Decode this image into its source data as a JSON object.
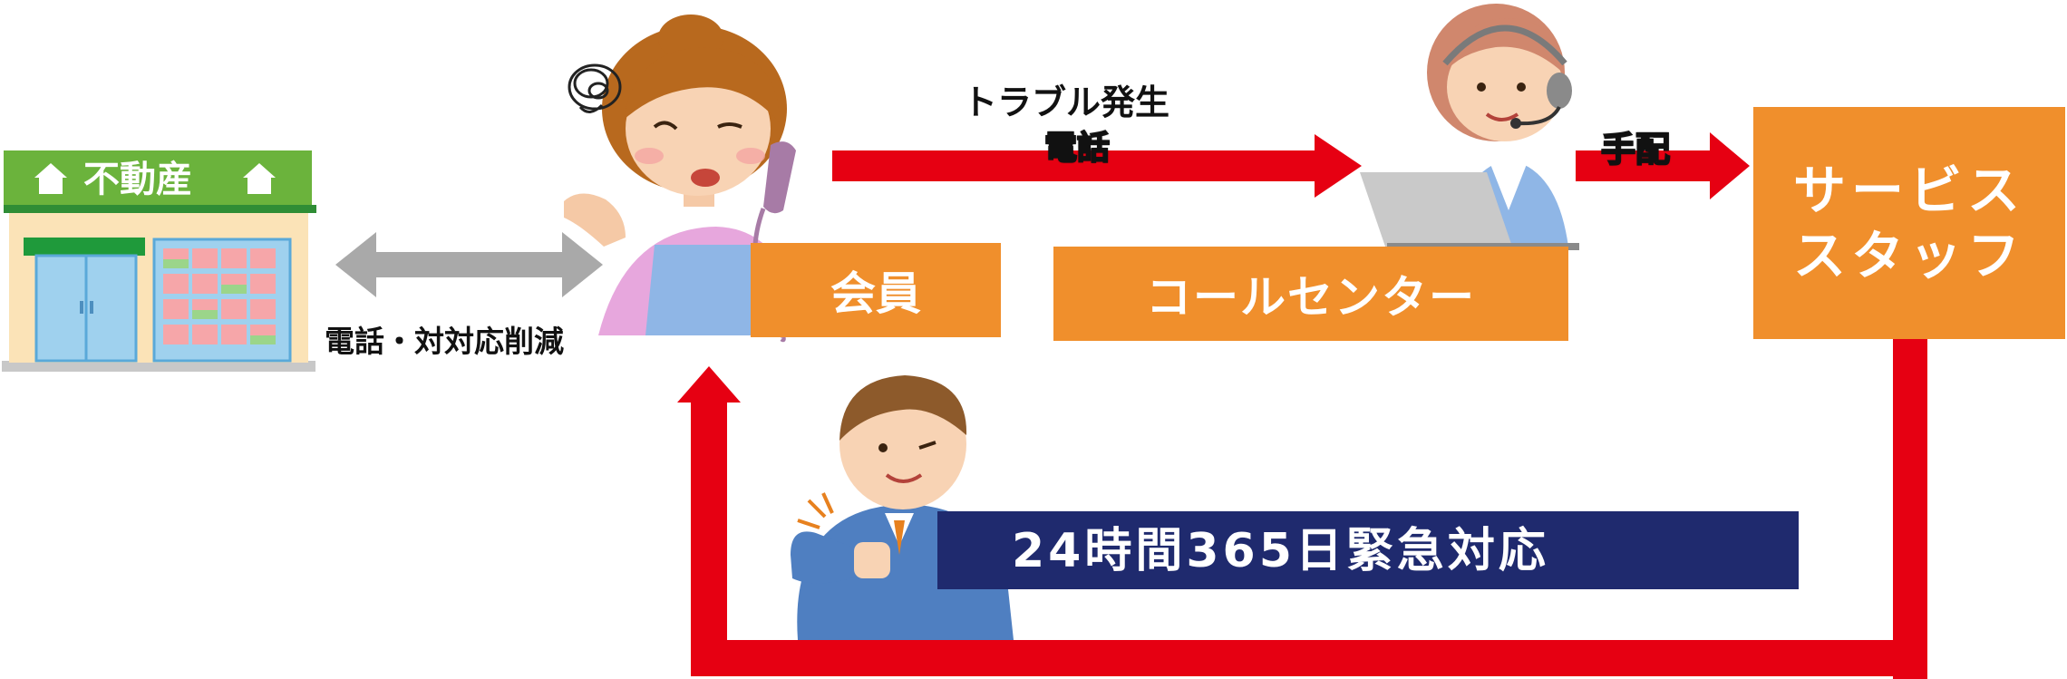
{
  "nodes": {
    "realestate": {
      "sign": "不動産"
    },
    "member": {
      "label": "会員"
    },
    "call_center": {
      "label": "コールセンター"
    },
    "service_staff": {
      "label_line1": "サービス",
      "label_line2": "スタッフ"
    }
  },
  "edges": {
    "reduction_label": "電話・対対応削減",
    "trouble_label": "トラブル発生",
    "phone_label": "電話",
    "arrange_label": "手配"
  },
  "banner": {
    "text": "24時間365日緊急対応"
  },
  "colors": {
    "orange": "#f08f2c",
    "red": "#e60012",
    "gray_arrow": "#a9a9a9",
    "navy": "#1f2a6e",
    "green": "#5aa832"
  }
}
